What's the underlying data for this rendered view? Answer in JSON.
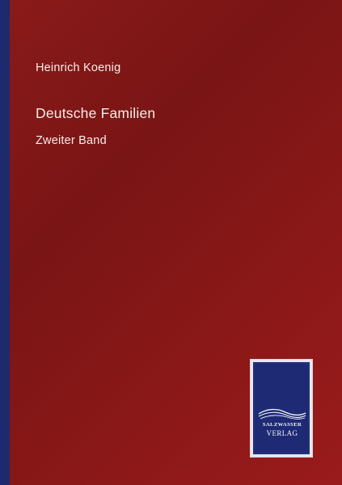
{
  "book": {
    "author": "Heinrich Koenig",
    "title": "Deutsche Familien",
    "subtitle": "Zweiter Band"
  },
  "publisher_logo": {
    "line_1": "SALZWASSER",
    "line_2": "VERLAG"
  },
  "colors": {
    "background": "#861818",
    "spine_stripe": "#1d2a6e",
    "logo_blue": "#23307a",
    "text": "#f4eee8"
  }
}
